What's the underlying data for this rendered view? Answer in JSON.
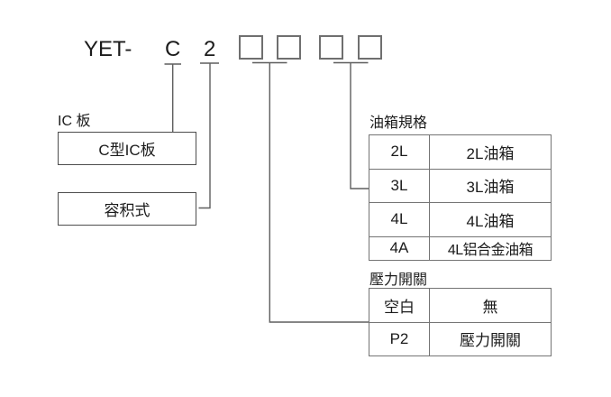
{
  "model_code": {
    "prefix": "YET-",
    "ic_code": "C",
    "type_code": "2",
    "blank_boxes": 4
  },
  "ic_board": {
    "label": "IC 板",
    "value": "C型IC板"
  },
  "pump_type": {
    "value": "容积式"
  },
  "tank_spec": {
    "label": "油箱規格",
    "rows": [
      {
        "code": "2L",
        "desc": "2L油箱"
      },
      {
        "code": "3L",
        "desc": "3L油箱"
      },
      {
        "code": "4L",
        "desc": "4L油箱"
      },
      {
        "code": "4A",
        "desc": "4L铝合金油箱"
      }
    ]
  },
  "pressure_switch": {
    "label": "壓力開關",
    "rows": [
      {
        "code": "空白",
        "desc": "無"
      },
      {
        "code": "P2",
        "desc": "壓力開關"
      }
    ]
  },
  "colors": {
    "connector_line": "#5e5e5e",
    "table_border": "#747474",
    "text": "#1b1b1b"
  }
}
